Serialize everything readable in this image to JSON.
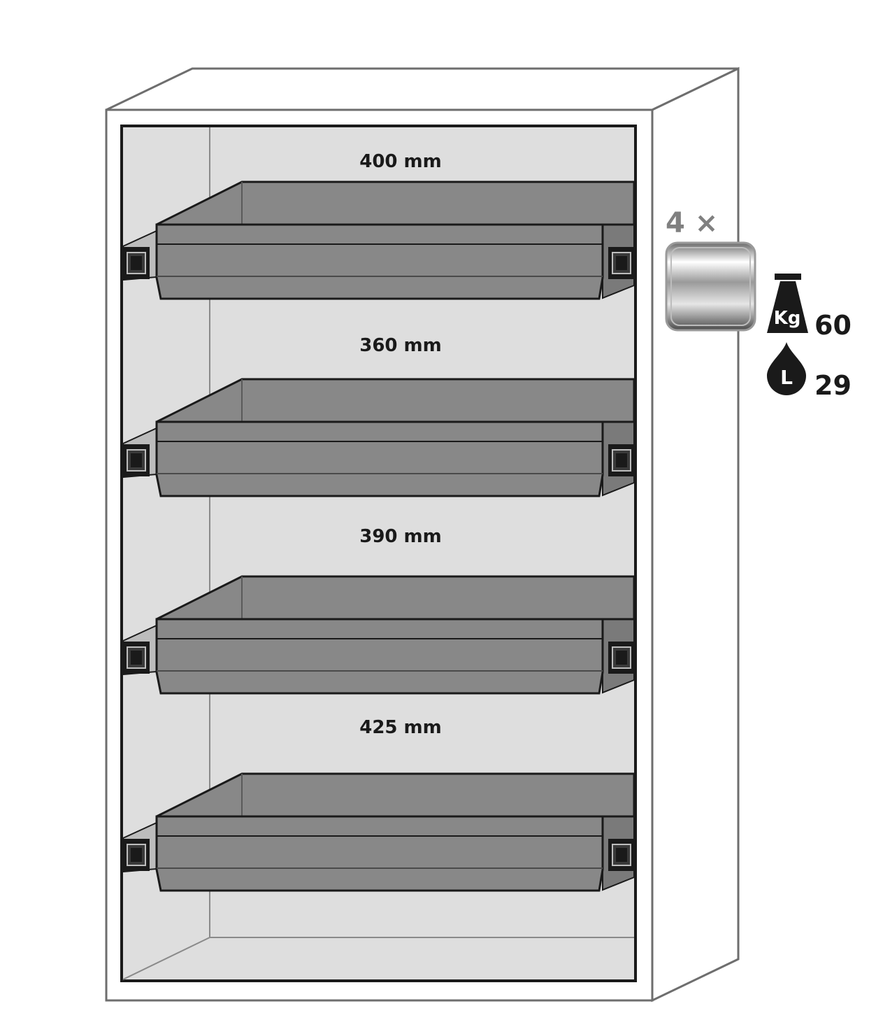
{
  "cabinet": {
    "drawers": [
      {
        "spacing_label": "400 mm"
      },
      {
        "spacing_label": "360 mm"
      },
      {
        "spacing_label": "390 mm"
      },
      {
        "spacing_label": "425 mm"
      }
    ]
  },
  "specs": {
    "quantity_label": "4 ×",
    "load_icon_text": "Kg",
    "load_value": "60",
    "volume_icon_text": "L",
    "volume_value": "29"
  },
  "colors": {
    "frame": "#6e6e6e",
    "interior": "#dedede",
    "drawer": "#888888",
    "outline": "#1a1a1a",
    "label_gray": "#808080"
  },
  "icons": [
    "weight-icon",
    "liquid-drop-icon",
    "drawer-swatch-icon",
    "runner-bracket-icon"
  ]
}
